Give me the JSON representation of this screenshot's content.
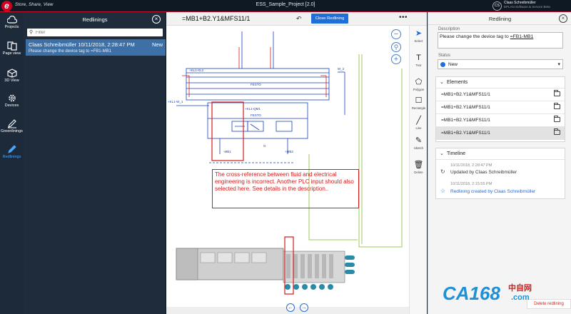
{
  "app": {
    "logo_letter": "e",
    "tagline": "Store, Share, View",
    "document_title": "ESS_Sample_Project [2.0]",
    "user_initials": "CS",
    "user_name": "Claas Schreibmüller",
    "user_org": "EPLAN Software & Service Beta"
  },
  "nav": [
    {
      "key": "projects",
      "label": "Projects",
      "icon": "cloud-icon"
    },
    {
      "key": "page-view",
      "label": "Page view",
      "icon": "page-icon"
    },
    {
      "key": "3d-view",
      "label": "3D View",
      "icon": "cube-icon"
    },
    {
      "key": "devices",
      "label": "Devices",
      "icon": "gear-icon"
    },
    {
      "key": "greenlinings",
      "label": "Greenlinings",
      "icon": "pen-icon"
    },
    {
      "key": "redlinings",
      "label": "Redlinings",
      "icon": "pencil-icon",
      "active": true
    }
  ],
  "redlinings_panel": {
    "title": "Redlinings",
    "filter_placeholder": "Filter",
    "items": [
      {
        "author_date": "Claas Schreibmüller 10/11/2018, 2:28:47 PM",
        "badge": "New",
        "description": "Please change the device tag to =FB1-MB1"
      }
    ]
  },
  "canvas": {
    "tag_title": "=MB1+B2.Y1&MFS11/1",
    "close_button": "Close Redlining",
    "annotation": "The cross-reference between fluid and electrical engineering is incorrect. Another PLC input should also selected here. See details in the description..",
    "drawing_labels": {
      "festo1": "FESTO",
      "festo2": "FESTO",
      "qm1": "+KL1-QM1",
      "kl2": "+KL1-XL2",
      "w1": "+KL1-W_1",
      "w2": "W_2",
      "mb1": "-MB1",
      "mb2": "+MB2",
      "g": "G"
    }
  },
  "tools": [
    {
      "label": "Select",
      "glyph": "➤",
      "active": true
    },
    {
      "label": "Text",
      "glyph": "T"
    },
    {
      "label": "Polygon",
      "glyph": "⬠"
    },
    {
      "label": "Rectangle",
      "glyph": "☐"
    },
    {
      "label": "Line",
      "glyph": "╱"
    },
    {
      "label": "Sketch",
      "glyph": "✎"
    },
    {
      "label": "Delete",
      "glyph": "🗑"
    }
  ],
  "redlining_details": {
    "title": "Redlining",
    "description_label": "Description",
    "description_prefix": "Please change the device tag to ",
    "description_tag": "=FB1-MB1",
    "status_label": "Status",
    "status_value": "New",
    "status_color": "#1e6fd9",
    "elements_title": "Elements",
    "elements": [
      "=MB1+B2.Y1&MFS11/1",
      "=MB1+B2.Y1&MFS11/1",
      "=MB1+B2.Y1&MFS11/1",
      "=MB1+B2.Y1&MFS11/1"
    ],
    "timeline_title": "Timeline",
    "timeline": [
      {
        "date": "10/11/2018, 2:28:47 PM",
        "text": "Updated by Claas Schreibmüller"
      },
      {
        "date": "10/11/2018, 2:15:55 PM",
        "text": "Redlining created by Claas Schreibmüller"
      }
    ],
    "delete_label": "Delete redlining"
  },
  "watermark": {
    "brand": "CA168",
    "suffix": ".com",
    "cjk": "中自网"
  },
  "colors": {
    "accent": "#1e6fd9",
    "redline": "#d41c1c",
    "drawing_blue": "#1a3fbf",
    "drawing_green": "#9ec85a"
  }
}
